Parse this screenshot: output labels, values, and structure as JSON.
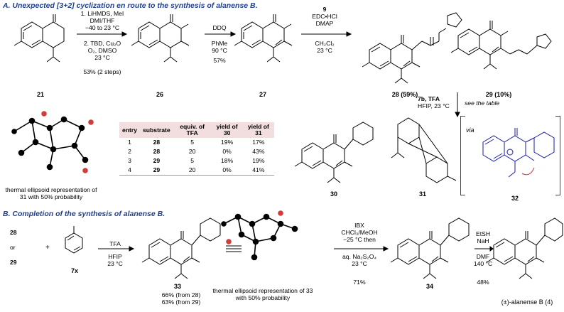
{
  "sections": {
    "a_title": "A. Unexpected [3+2] cyclization en route to the synthesis of alanense B.",
    "b_title": "B. Completion of the synthesis of alanense B."
  },
  "step1": {
    "conditions": [
      "1. LiHMDS, MeI",
      "DMI/THF",
      "−40 to 23 °C",
      "2. TBD, Cu₂O",
      "O₂, DMSO",
      "23 °C"
    ],
    "yield": "53% (2 steps)"
  },
  "step2": {
    "conditions": [
      "DDQ",
      "PhMe",
      "90 °C"
    ],
    "yield": "57%"
  },
  "step3": {
    "conditions": [
      "9",
      "EDC•HCl",
      "DMAP",
      "CH₂Cl₂",
      "23 °C"
    ]
  },
  "step4": {
    "conditions": [
      "7b, TFA",
      "HFIP, 23 °C"
    ],
    "note": "see the table"
  },
  "compounds": {
    "c21": "21",
    "c26": "26",
    "c27": "27",
    "c28": "28 (59%)",
    "c29": "29 (10%)",
    "c30": "30",
    "c31": "31",
    "c32": "32",
    "c33": "33",
    "c34": "34",
    "c7x": "7x",
    "alanense": "(±)-alanense B (4)"
  },
  "crystal_caption_a": [
    "thermal ellipsoid representation of",
    "31 with 50% probability"
  ],
  "crystal_caption_b": [
    "thermal ellipsoid representation of 33",
    "with 50% probability"
  ],
  "table": {
    "headers": [
      "entry",
      "substrate",
      "equiv. of TFA",
      "yield of 30",
      "yield of 31"
    ],
    "rows": [
      [
        "1",
        "28",
        "5",
        "19%",
        "17%"
      ],
      [
        "2",
        "28",
        "20",
        "0%",
        "43%"
      ],
      [
        "3",
        "29",
        "5",
        "18%",
        "19%"
      ],
      [
        "4",
        "29",
        "20",
        "0%",
        "41%"
      ]
    ]
  },
  "via_label": "via",
  "partB": {
    "start_top": "28",
    "start_or": "or",
    "start_bot": "29",
    "plus": "+",
    "step_tfa": [
      "TFA",
      "HFIP",
      "23 °C"
    ],
    "yield_33": [
      "66% (from 28)",
      "63% (from 29)"
    ],
    "step_ibx": [
      "IBX",
      "CHCl₃/MeOH",
      "−25 °C then",
      "aq. Na₂S₂O₄",
      "23 °C"
    ],
    "yield_34": "71%",
    "step_etsh": [
      "EtSH",
      "NaH",
      "DMF",
      "140 °C"
    ],
    "yield_4": "48%"
  },
  "colors": {
    "header": "#1f3f8f",
    "intermediate": "#1a1aa6",
    "oxygen": "#d23c3c",
    "table_head": "#f2dede"
  }
}
